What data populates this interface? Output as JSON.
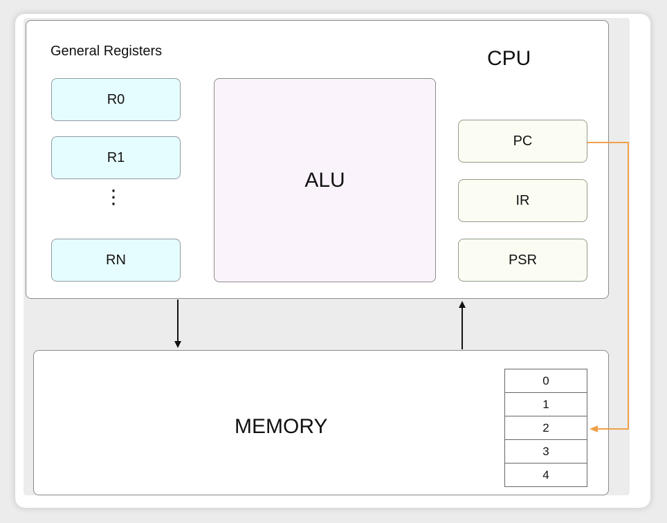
{
  "cpu": {
    "title": "CPU",
    "general_registers_label": "General Registers",
    "registers": [
      "R0",
      "R1",
      "RN"
    ],
    "ellipsis": "⋮",
    "alu_label": "ALU",
    "special_registers": [
      "PC",
      "IR",
      "PSR"
    ]
  },
  "memory": {
    "label": "MEMORY",
    "cells": [
      "0",
      "1",
      "2",
      "3",
      "4"
    ]
  },
  "colors": {
    "general_register_fill": "#e6fdff",
    "alu_fill": "#fbf3fb",
    "special_register_fill": "#fbfdf2",
    "pc_arrow": "#f0a04a",
    "bus_arrow": "#111111"
  }
}
